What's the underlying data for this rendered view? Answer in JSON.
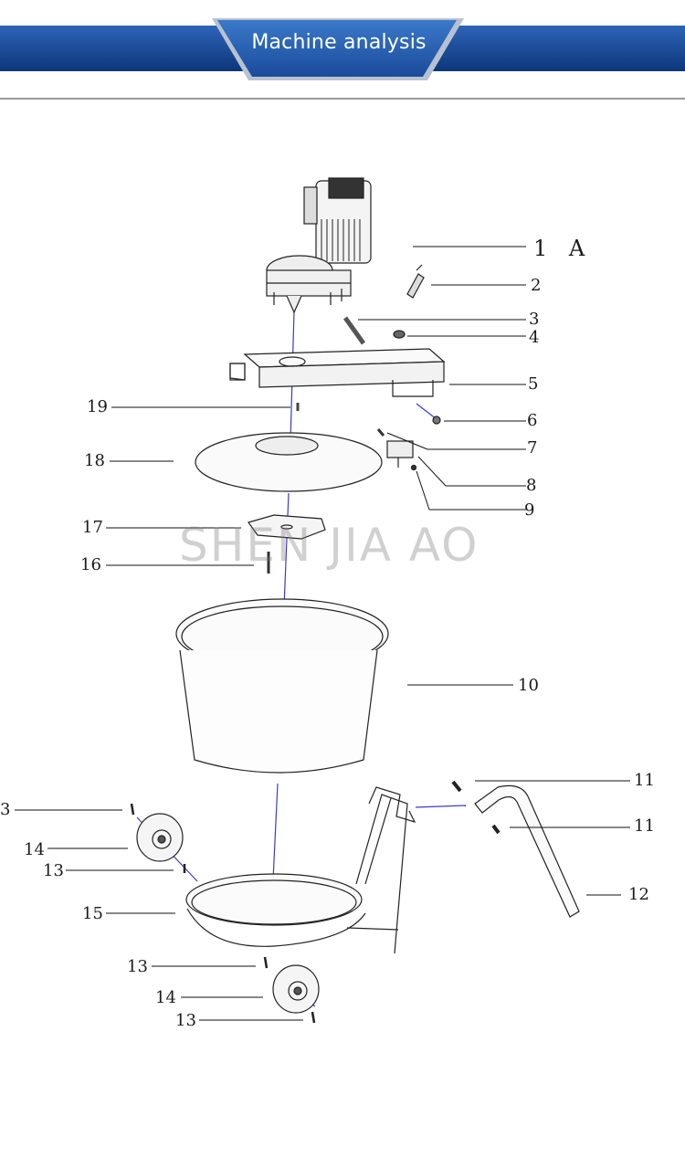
{
  "header": {
    "title": "Machine analysis",
    "accent_color": "#123e86"
  },
  "watermark": "SHEN JIA AO",
  "callouts": {
    "c1": "1 A",
    "c2": "2",
    "c3": "3",
    "c4": "4",
    "c5": "5",
    "c6": "6",
    "c7": "7",
    "c8": "8",
    "c9": "9",
    "c10": "10",
    "c11a": "11",
    "c11b": "11",
    "c12": "12",
    "c13a": "3",
    "c13b": "13",
    "c13c": "13",
    "c13d": "13",
    "c14a": "14",
    "c14b": "14",
    "c15": "15",
    "c16": "16",
    "c17": "17",
    "c18": "18",
    "c19": "19"
  }
}
